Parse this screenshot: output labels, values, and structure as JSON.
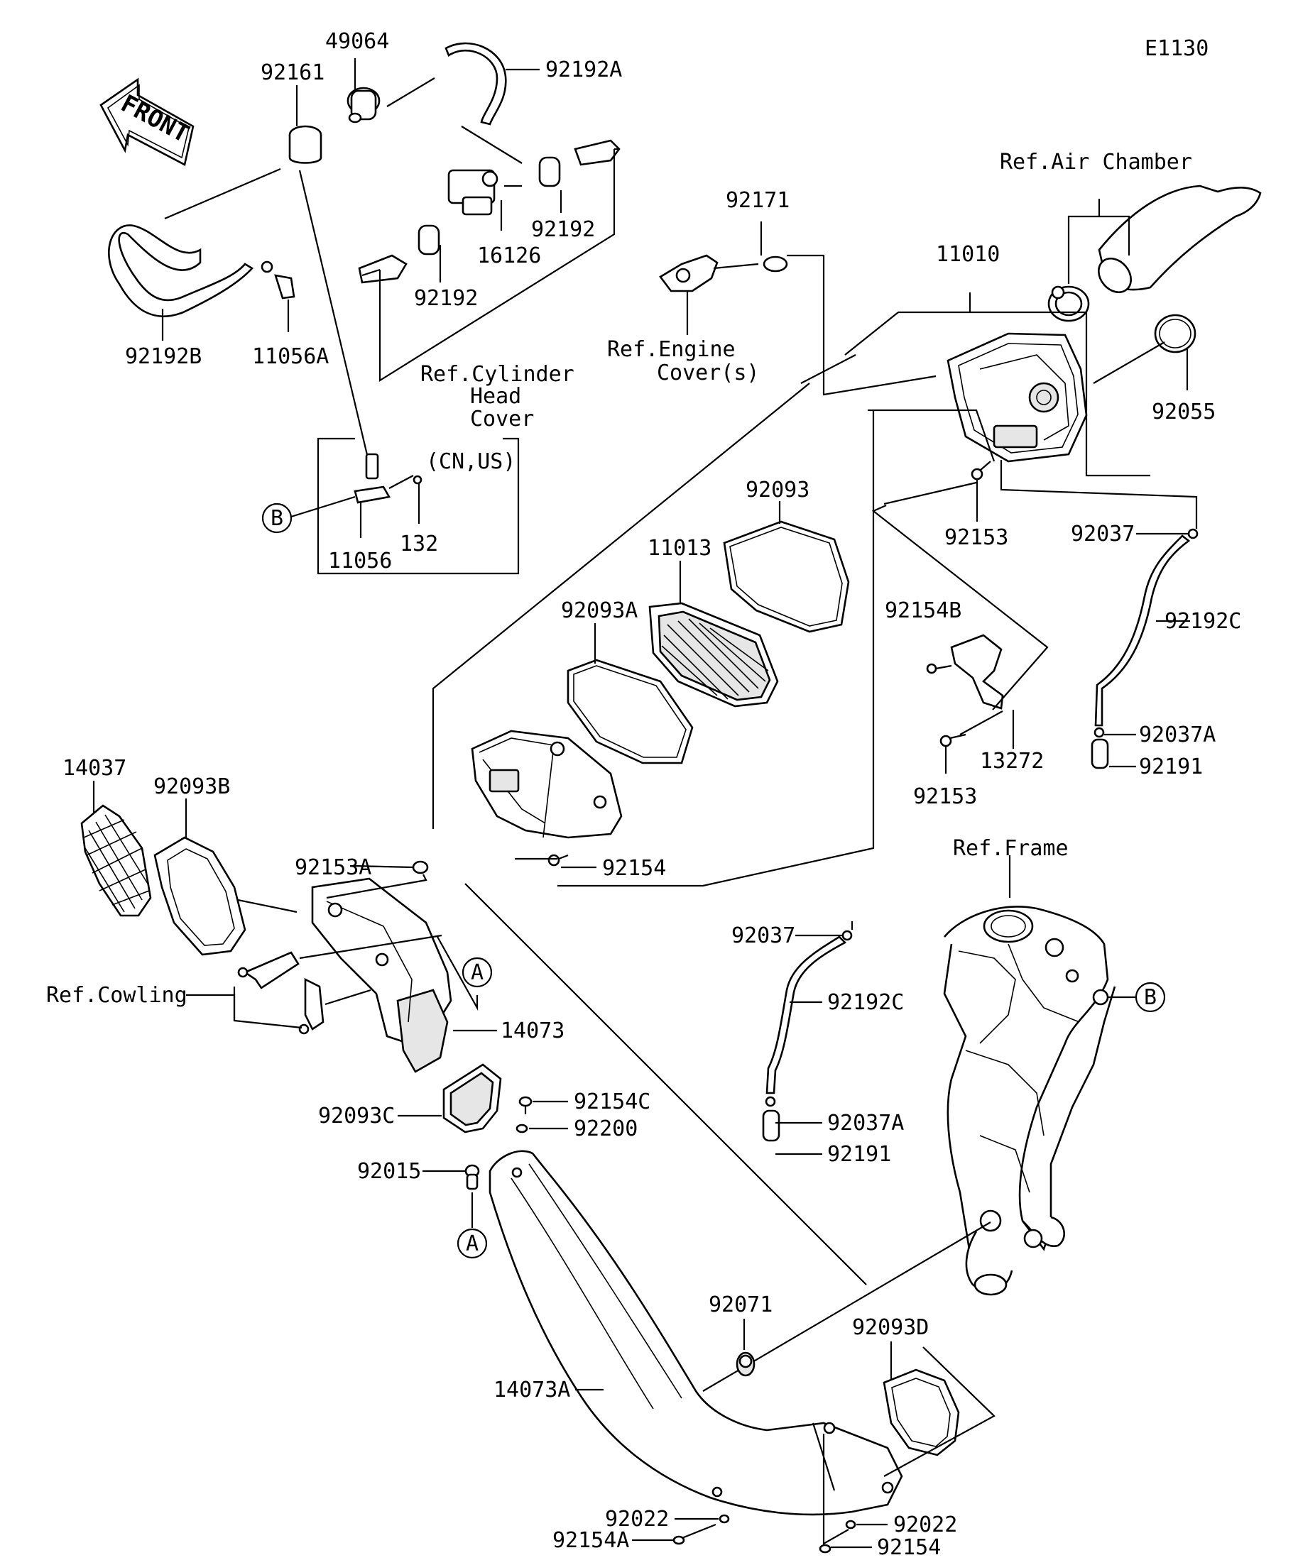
{
  "diagram_code": "E1130",
  "front_label": "FRONT",
  "callouts": {
    "a_upper": "A",
    "a_lower": "A",
    "b_left": "B",
    "b_right": "B"
  },
  "labels": {
    "p49064": "49064",
    "p92161": "92161",
    "p92192A": "92192A",
    "p92192_a": "92192",
    "p92192_b": "92192",
    "p16126": "16126",
    "p92192B": "92192B",
    "p11056A": "11056A",
    "ref_cylinder_1": "Ref.Cylinder",
    "ref_cylinder_2": "Head",
    "ref_cylinder_3": "Cover",
    "cn_us": "(CN,US)",
    "p132": "132",
    "p11056": "11056",
    "p92171": "92171",
    "ref_engine_1": "Ref.Engine",
    "ref_engine_2": "Cover(s)",
    "ref_air_chamber": "Ref.Air Chamber",
    "p11010": "11010",
    "p92055": "92055",
    "p92153_top": "92153",
    "p92037_top": "92037",
    "p92093": "92093",
    "p11013": "11013",
    "p92093A": "92093A",
    "p92154B": "92154B",
    "p92192C_top": "92192C",
    "p92037A_top": "92037A",
    "p92191_top": "92191",
    "p13272": "13272",
    "p92153_mid": "92153",
    "p14037": "14037",
    "p92093B": "92093B",
    "p92153A": "92153A",
    "p92154_mid": "92154",
    "ref_frame": "Ref.Frame",
    "p92037_mid": "92037",
    "p92192C_mid": "92192C",
    "ref_cowling": "Ref.Cowling",
    "p14073": "14073",
    "p92154C": "92154C",
    "p92093C": "92093C",
    "p92200": "92200",
    "p92037A_mid": "92037A",
    "p92015": "92015",
    "p92191_mid": "92191",
    "p92071": "92071",
    "p92093D": "92093D",
    "p14073A": "14073A",
    "p92022_a": "92022",
    "p92022_b": "92022",
    "p92154A": "92154A",
    "p92154_bottom": "92154"
  }
}
